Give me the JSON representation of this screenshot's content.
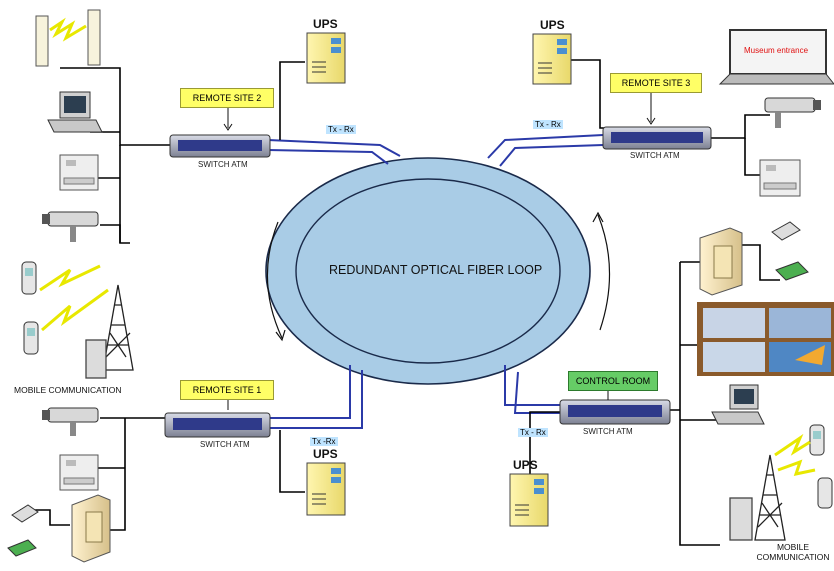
{
  "loop": {
    "label": "REDUNDANT OPTICAL FIBER LOOP"
  },
  "sites": {
    "remote_site_2": {
      "label": "REMOTE SITE 2",
      "switch_label": "SWITCH ATM",
      "ups_label": "UPS",
      "link_label": "Tx - Rx"
    },
    "remote_site_3": {
      "label": "REMOTE SITE 3",
      "switch_label": "SWITCH ATM",
      "ups_label": "UPS",
      "link_label": "Tx - Rx"
    },
    "remote_site_1": {
      "label": "REMOTE SITE 1",
      "switch_label": "SWITCH ATM",
      "ups_label": "UPS",
      "link_label": "Tx -Rx"
    },
    "control_room": {
      "label": "CONTROL ROOM",
      "switch_label": "SWITCH ATM",
      "ups_label": "UPS",
      "link_label": "Tx - Rx"
    }
  },
  "devices": {
    "museum_screen_text": "Museum entrance",
    "mobile_left": "MOBILE COMMUNICATION",
    "mobile_right_line1": "MOBILE",
    "mobile_right_line2": "COMMUNICATION"
  },
  "colors": {
    "loop_fill": "#a9cce6",
    "fiber": "#2b3aa8",
    "site_yellow": "#ffff66",
    "site_green": "#66cc66"
  }
}
